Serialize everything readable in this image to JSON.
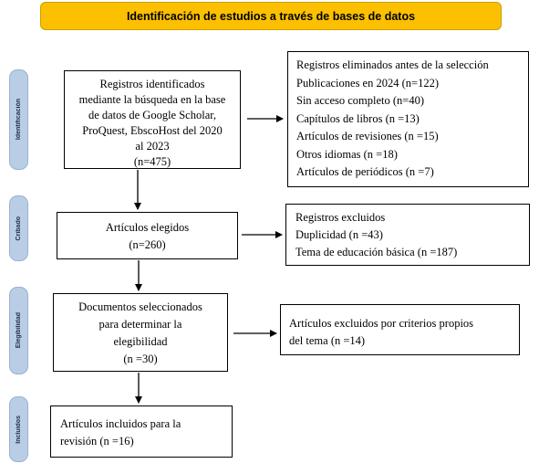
{
  "header": {
    "title": "Identificación de estudios a través de bases de datos"
  },
  "stages": [
    {
      "label": "Identificación"
    },
    {
      "label": "Cribado"
    },
    {
      "label": "Elegibilidad"
    },
    {
      "label": "Incluidos"
    }
  ],
  "boxes": {
    "identified": {
      "lines": [
        "Registros identificados",
        "mediante la búsqueda en la base",
        "de datos de Google Scholar,",
        "ProQuest, EbscoHost del 2020",
        "al 2023",
        "(n=475)"
      ]
    },
    "removed": {
      "lines": [
        "Registros eliminados antes de la selección",
        "Publicaciones en 2024 (n=122)",
        "Sin acceso completo (n=40)",
        "Capítulos de libros (n =13)",
        "Artículos de revisiones (n =15)",
        "Otros idiomas (n =18)",
        "Artículos de periódicos (n =7)"
      ]
    },
    "elegidos": {
      "lines": [
        "Artículos elegidos",
        "(n=260)"
      ]
    },
    "excluded": {
      "lines": [
        "Registros excluidos",
        "Duplicidad (n =43)",
        "Tema de educación básica (n =187)"
      ]
    },
    "selected": {
      "lines": [
        "Documentos seleccionados",
        "para determinar la",
        "elegibilidad",
        "(n =30)"
      ]
    },
    "excluded_criteria": {
      "lines": [
        "Artículos excluidos por criterios propios",
        "del tema (n =14)"
      ]
    },
    "included": {
      "lines": [
        "Artículos incluidos para la",
        "revisión (n =16)"
      ]
    }
  }
}
